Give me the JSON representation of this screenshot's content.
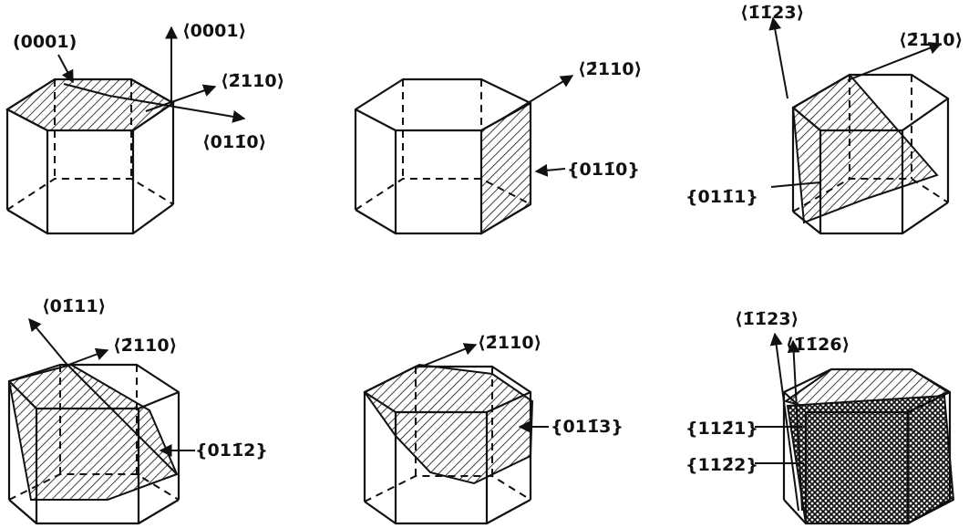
{
  "panels": [
    {
      "id": "basal",
      "direction_labels": [
        "(0001)",
        "⟨0001⟩",
        "⟨2̄110⟩",
        "⟨011̄0⟩"
      ]
    },
    {
      "id": "prism",
      "direction_labels": [
        "⟨2̄110⟩"
      ],
      "plane_labels": [
        "{011̄0}"
      ]
    },
    {
      "id": "pyramidal1",
      "direction_labels": [
        "⟨1̄1̄23⟩",
        "⟨2̄110⟩"
      ],
      "plane_labels": [
        "{011̄1}"
      ]
    },
    {
      "id": "pyramidal2",
      "direction_labels": [
        "⟨01̄11⟩",
        "⟨2̄110⟩"
      ],
      "plane_labels": [
        "{011̄2}"
      ]
    },
    {
      "id": "pyramidal3",
      "direction_labels": [
        "⟨2̄110⟩"
      ],
      "plane_labels": [
        "{011̄3}"
      ]
    },
    {
      "id": "pyramidal4",
      "direction_labels": [
        "⟨1̄1̄23⟩",
        "⟨1̄1̄26⟩"
      ],
      "plane_labels": [
        "{112̄1}",
        "{112̄2}"
      ]
    }
  ]
}
